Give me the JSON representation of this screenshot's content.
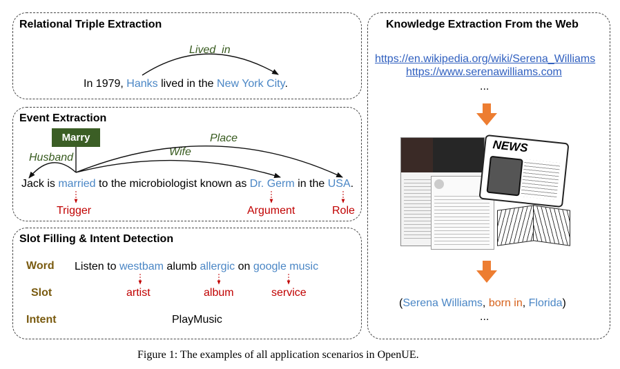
{
  "relational": {
    "title": "Relational Triple Extraction",
    "relation": "Lived_in",
    "sentence": {
      "pre": "In 1979, ",
      "head": "Hanks",
      "mid": "  lived in the ",
      "tail": "New York City",
      "post": "."
    }
  },
  "event": {
    "title": "Event Extraction",
    "trigger_box": "Marry",
    "arg_labels": {
      "husband": "Husband",
      "wife": "Wife",
      "place": "Place"
    },
    "sentence": {
      "p1": "Jack is ",
      "trigger": "married",
      "p2": " to the microbiologist known as ",
      "arg": "Dr. Germ",
      "p3": " in the ",
      "role": "USA",
      "p4": "."
    },
    "bottom_labels": {
      "trigger": "Trigger",
      "argument": "Argument",
      "role": "Role"
    }
  },
  "slot": {
    "title": "Slot Filling & Intent Detection",
    "row_labels": {
      "word": "Word",
      "slot": "Slot",
      "intent": "Intent"
    },
    "sentence": {
      "p1": "Listen to ",
      "w1": "westbam",
      "p2": " alumb ",
      "w2": "allergic",
      "p3": " on ",
      "w3": "google music"
    },
    "slots": [
      "artist",
      "album",
      "service"
    ],
    "intent": "PlayMusic"
  },
  "web": {
    "title": "Knowledge Extraction From the Web",
    "urls": [
      "https://en.wikipedia.org/wiki/Serena_Williams",
      "https://www.serenawilliams.com"
    ],
    "ellipsis_top": "...",
    "news_word": "NEWS",
    "triple": {
      "open": "(",
      "subject": "Serena Williams",
      "sep1": ", ",
      "relation": "born in",
      "sep2": ", ",
      "object": "Florida",
      "close": ")"
    },
    "ellipsis_bottom": "..."
  },
  "caption": "Figure 1: The examples of all application scenarios in OpenUE.",
  "colors": {
    "entity": "#4a86c5",
    "role_red": "#c00000",
    "relation_orange": "#d6621c",
    "arrow_orange": "#ed7d31",
    "marry_green": "#3b5e25"
  }
}
